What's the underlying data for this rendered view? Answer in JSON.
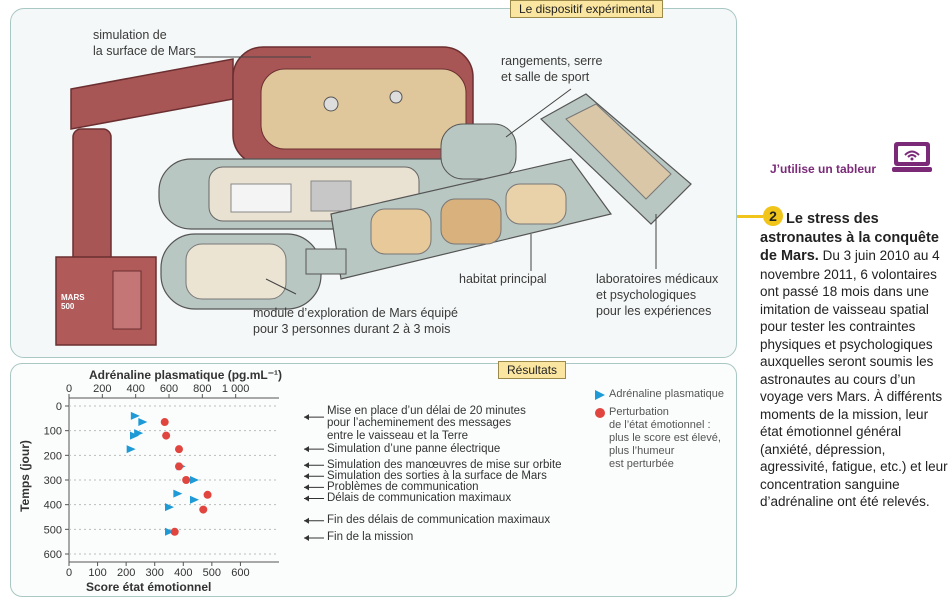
{
  "device": {
    "title": "Le dispositif expérimental",
    "labels": {
      "surface": "simulation de\nla surface de Mars",
      "storage": "rangements, serre\net salle de sport",
      "habitat": "habitat principal",
      "labs": "laboratoires médicaux\net psychologiques\npour les expériences",
      "module": "module d’exploration de Mars équipé\npour 3 personnes durant 2 à 3 mois",
      "mars500": "MARS\n500"
    }
  },
  "results": {
    "title": "Résultats",
    "legend": {
      "adrenaline": "Adrénaline plasmatique",
      "mood": "Perturbation\nde l’état émotionnel :\nplus le score est élevé,\nplus l’humeur\nest perturbée",
      "colors": {
        "adrenaline": "#1e9ad6",
        "mood": "#e0463f"
      }
    },
    "events": [
      "Mise en place d’un délai de 20 minutes\npour l’acheminement des messages\nentre le vaisseau et la Terre",
      "Simulation d’une panne électrique",
      "Simulation des manœuvres de mise sur orbite",
      "Simulation des sorties à la surface de Mars",
      "Problèmes de communication",
      "Délais de communication maximaux",
      "Fin des délais de communication maximaux",
      "Fin de la mission"
    ]
  },
  "chart_data": {
    "type": "scatter",
    "top_axis_label": "Adrénaline plasmatique (pg.mL⁻¹)",
    "top_ticks": [
      "0",
      "200",
      "400",
      "600",
      "800",
      "1 000"
    ],
    "bottom_axis_label": "Score état émotionnel",
    "bottom_ticks": [
      "0",
      "100",
      "200",
      "300",
      "400",
      "500",
      "600"
    ],
    "ylabel": "Temps (jour)",
    "y_ticks": [
      "0",
      "100",
      "200",
      "300",
      "400",
      "500",
      "600"
    ],
    "ylim": [
      0,
      600
    ],
    "xlim_top": [
      0,
      1200
    ],
    "xlim_bottom": [
      0,
      700
    ],
    "event_days": [
      45,
      175,
      240,
      285,
      330,
      375,
      465,
      535
    ],
    "series": [
      {
        "name": "Adrénaline plasmatique",
        "points": [
          [
            395,
            40
          ],
          [
            440,
            65
          ],
          [
            390,
            120
          ],
          [
            415,
            110
          ],
          [
            370,
            175
          ],
          [
            670,
            245
          ],
          [
            750,
            300
          ],
          [
            650,
            355
          ],
          [
            600,
            410
          ],
          [
            600,
            510
          ],
          [
            750,
            380
          ]
        ]
      },
      {
        "name": "Perturbation de l’état émotionnel",
        "points": [
          [
            335,
            65
          ],
          [
            340,
            120
          ],
          [
            385,
            175
          ],
          [
            385,
            245
          ],
          [
            410,
            300
          ],
          [
            485,
            360
          ],
          [
            470,
            420
          ],
          [
            370,
            510
          ]
        ]
      }
    ]
  },
  "sidebar": {
    "tableur": "J’utilise un tableur",
    "number": "2",
    "heading": "Le stress des astronautes à la conquête de Mars.",
    "body": " Du 3 juin 2010 au 4 novembre 2011, 6 volontaires ont passé 18 mois dans une imitation de vaisseau spatial pour tester les contraintes physiques et psychologiques auxquelles seront soumis les astronautes au cours d’un voyage vers Mars. À différents moments de la mission, leur état émotionnel général (anxiété, dépression, agressivité, fatigue, etc.) et leur concentration sanguine d’adrénaline ont été relevés."
  }
}
